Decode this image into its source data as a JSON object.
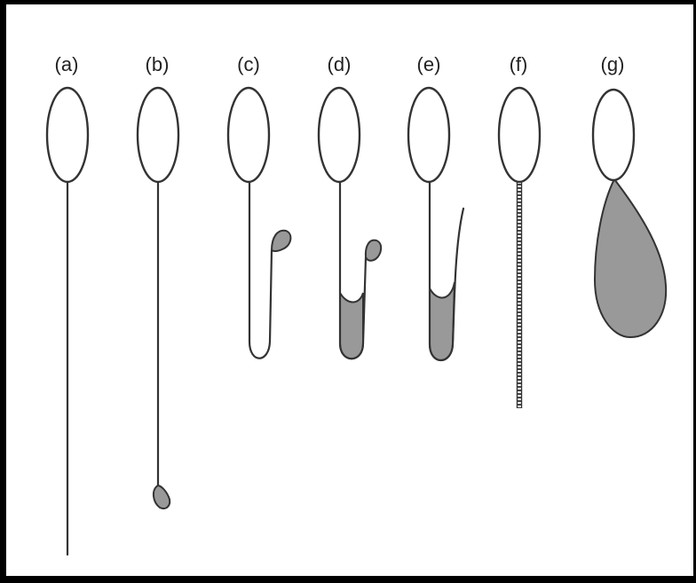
{
  "diagram": {
    "shade_color": "#999999",
    "line_color": "#333333",
    "stages": [
      {
        "id": "a",
        "label": "(a)"
      },
      {
        "id": "b",
        "label": "(b)"
      },
      {
        "id": "c",
        "label": "(c)"
      },
      {
        "id": "d",
        "label": "(d)"
      },
      {
        "id": "e",
        "label": "(e)"
      },
      {
        "id": "f",
        "label": "(f)"
      },
      {
        "id": "g",
        "label": "(g)"
      }
    ]
  }
}
